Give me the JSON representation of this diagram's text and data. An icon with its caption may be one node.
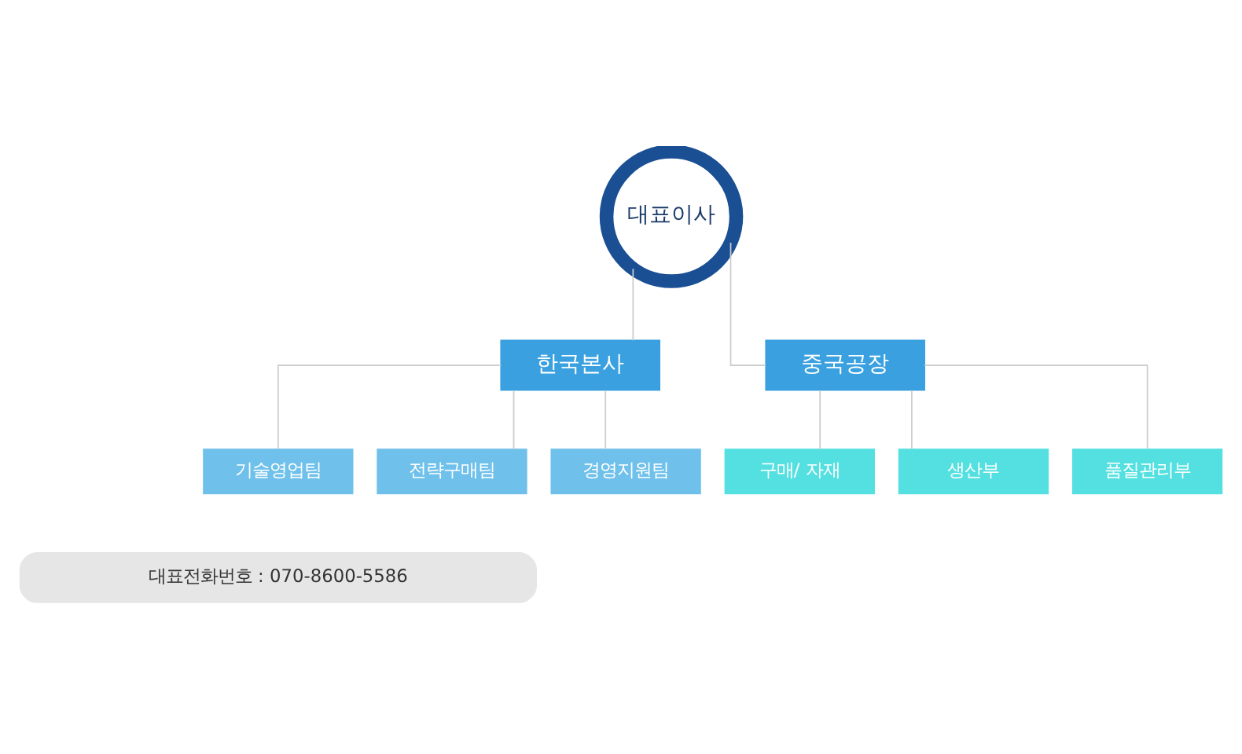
{
  "diagram": {
    "nodes": [
      {
        "text": [
          "대표이사"
        ]
      },
      {
        "text": [
          "한국본사"
        ]
      },
      {
        "text": [
          "중국공장"
        ]
      },
      {
        "text": [
          "기술영업팀"
        ]
      },
      {
        "text": [
          "전략구매팀"
        ]
      },
      {
        "text": [
          "경영지원팀"
        ]
      },
      {
        "text": [
          "구매/ 자재"
        ]
      },
      {
        "text": [
          "생산부"
        ]
      },
      {
        "text": [
          "품질관리부"
        ]
      },
      {
        "text": [
          "대표전화번호 : 070-8600-5586"
        ]
      }
    ],
    "edges": [
      {
        "from": 0,
        "to": 1,
        "arrow": "none"
      },
      {
        "from": 0,
        "to": 2,
        "arrow": "none"
      },
      {
        "from": 1,
        "to": 3,
        "arrow": "none"
      },
      {
        "from": 1,
        "to": 4,
        "arrow": "none"
      },
      {
        "from": 1,
        "to": 5,
        "arrow": "none"
      },
      {
        "from": 2,
        "to": 6,
        "arrow": "none"
      },
      {
        "from": 2,
        "to": 7,
        "arrow": "none"
      },
      {
        "from": 2,
        "to": 8,
        "arrow": "none"
      }
    ]
  }
}
